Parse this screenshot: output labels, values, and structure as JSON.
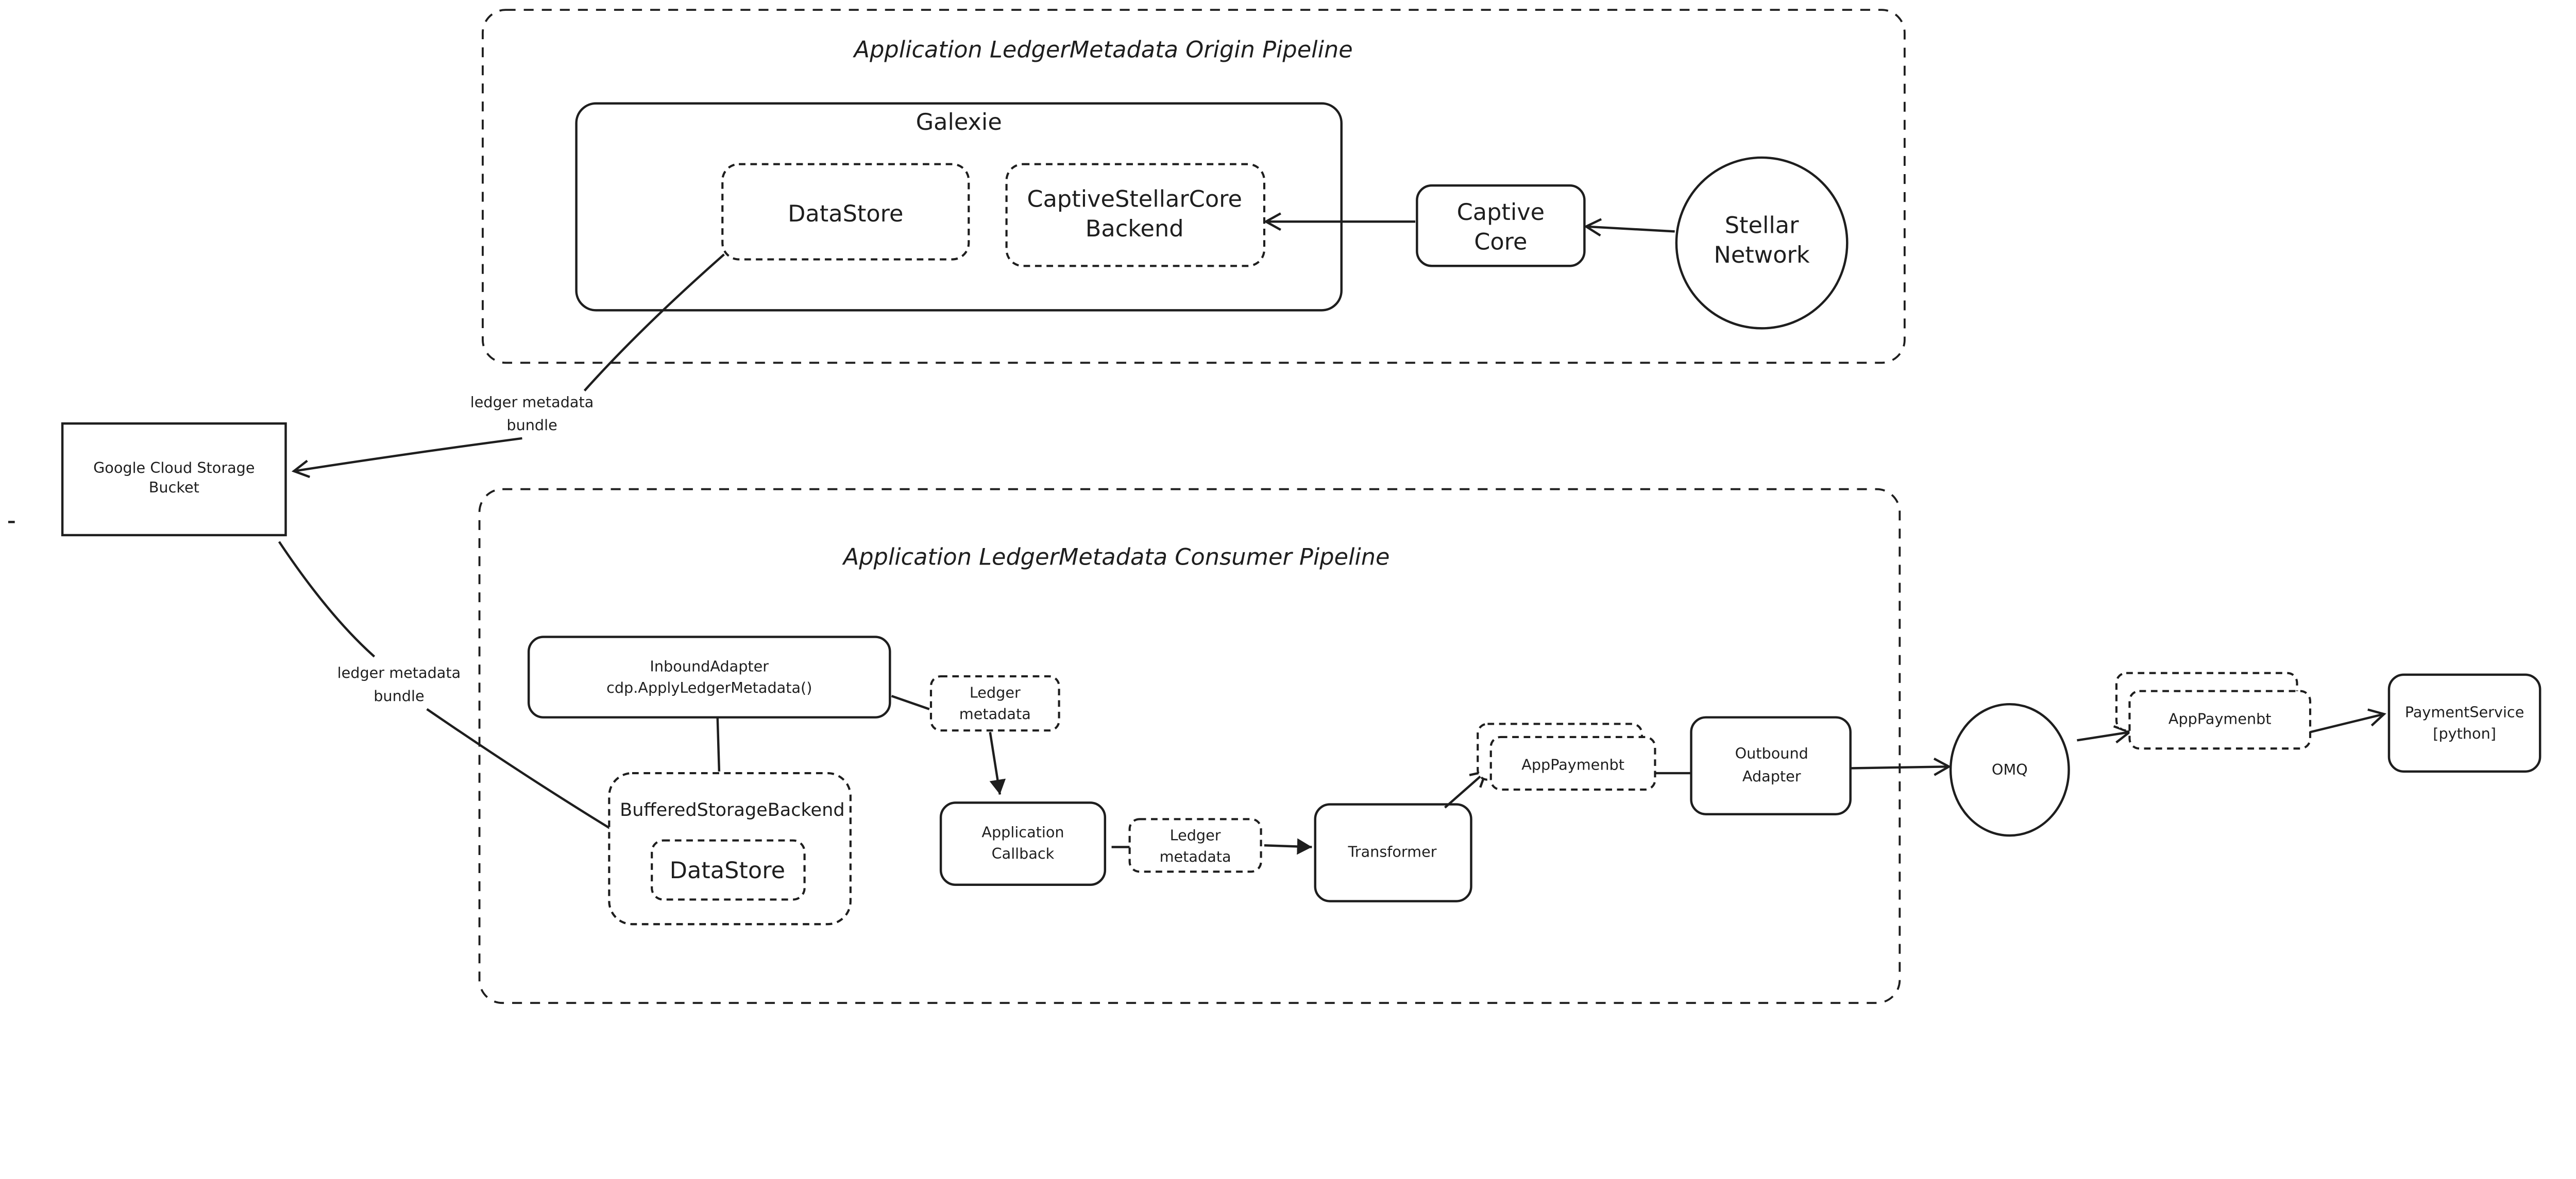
{
  "colors": {
    "stroke": "#1e1e1e",
    "background": "#ffffff"
  },
  "origin_pipeline": {
    "title": "Application LedgerMetadata Origin Pipeline",
    "galexie": {
      "label": "Galexie"
    },
    "datastore": {
      "label": "DataStore"
    },
    "captive_backend": {
      "line1": "CaptiveStellarCore",
      "line2": "Backend"
    },
    "captive_core": {
      "line1": "Captive",
      "line2": "Core"
    },
    "stellar_network": {
      "line1": "Stellar",
      "line2": "Network"
    }
  },
  "gcs_bucket": {
    "line1": "Google Cloud Storage",
    "line2": "Bucket"
  },
  "edge_labels": {
    "upload": {
      "line1": "ledger metadata",
      "line2": "bundle"
    },
    "download": {
      "line1": "ledger metadata",
      "line2": "bundle"
    }
  },
  "consumer_pipeline": {
    "title": "Application LedgerMetadata Consumer Pipeline",
    "inbound_adapter": {
      "line1": "InboundAdapter",
      "line2": "cdp.ApplyLedgerMetadata()"
    },
    "buffered_backend": {
      "label": "BufferedStorageBackend"
    },
    "datastore": {
      "label": "DataStore"
    },
    "ledger_metadata_1": {
      "line1": "Ledger",
      "line2": "metadata"
    },
    "app_callback": {
      "line1": "Application",
      "line2": "Callback"
    },
    "ledger_metadata_2": {
      "line1": "Ledger",
      "line2": "metadata"
    },
    "transformer": {
      "label": "Transformer"
    },
    "app_payment_1": {
      "label": "AppPaymenbt"
    },
    "outbound_adapter": {
      "line1": "Outbound",
      "line2": "Adapter"
    }
  },
  "omq": {
    "label": "OMQ"
  },
  "app_payment_2": {
    "label": "AppPaymenbt"
  },
  "payment_service": {
    "line1": "PaymentService",
    "line2": "[python]"
  }
}
